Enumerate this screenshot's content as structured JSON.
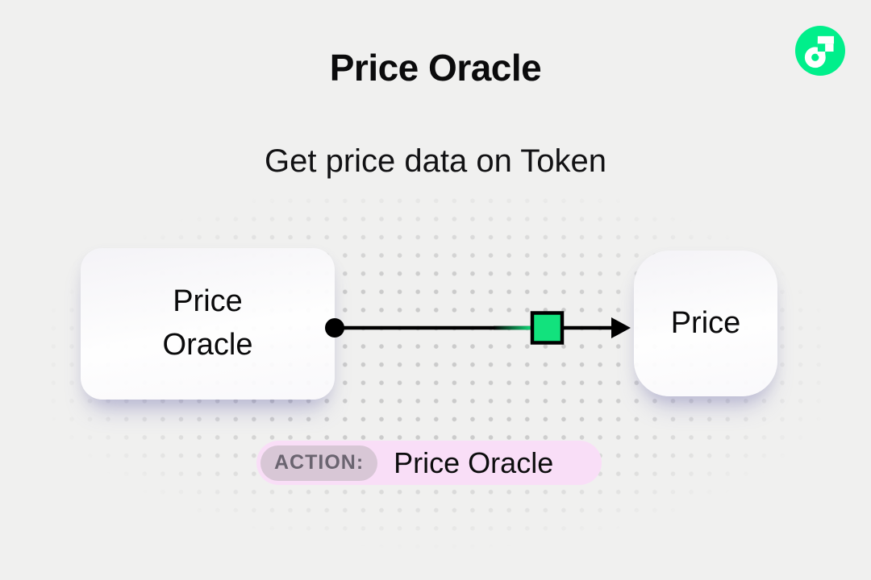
{
  "header": {
    "title": "Price Oracle",
    "subtitle": "Get price data on Token"
  },
  "brand": {
    "logo_icon": "flow-logo",
    "logo_color": "#00ef8b"
  },
  "diagram": {
    "source_node": {
      "label": "Price\nOracle"
    },
    "target_node": {
      "label": "Price"
    },
    "connector": {
      "from": "Price Oracle",
      "to": "Price",
      "packet_color": "#12e27d",
      "line_color": "#000000"
    }
  },
  "action_badge": {
    "label": "ACTION:",
    "value": "Price Oracle",
    "background": "#f9def7",
    "label_background": "#d8c7d6"
  }
}
